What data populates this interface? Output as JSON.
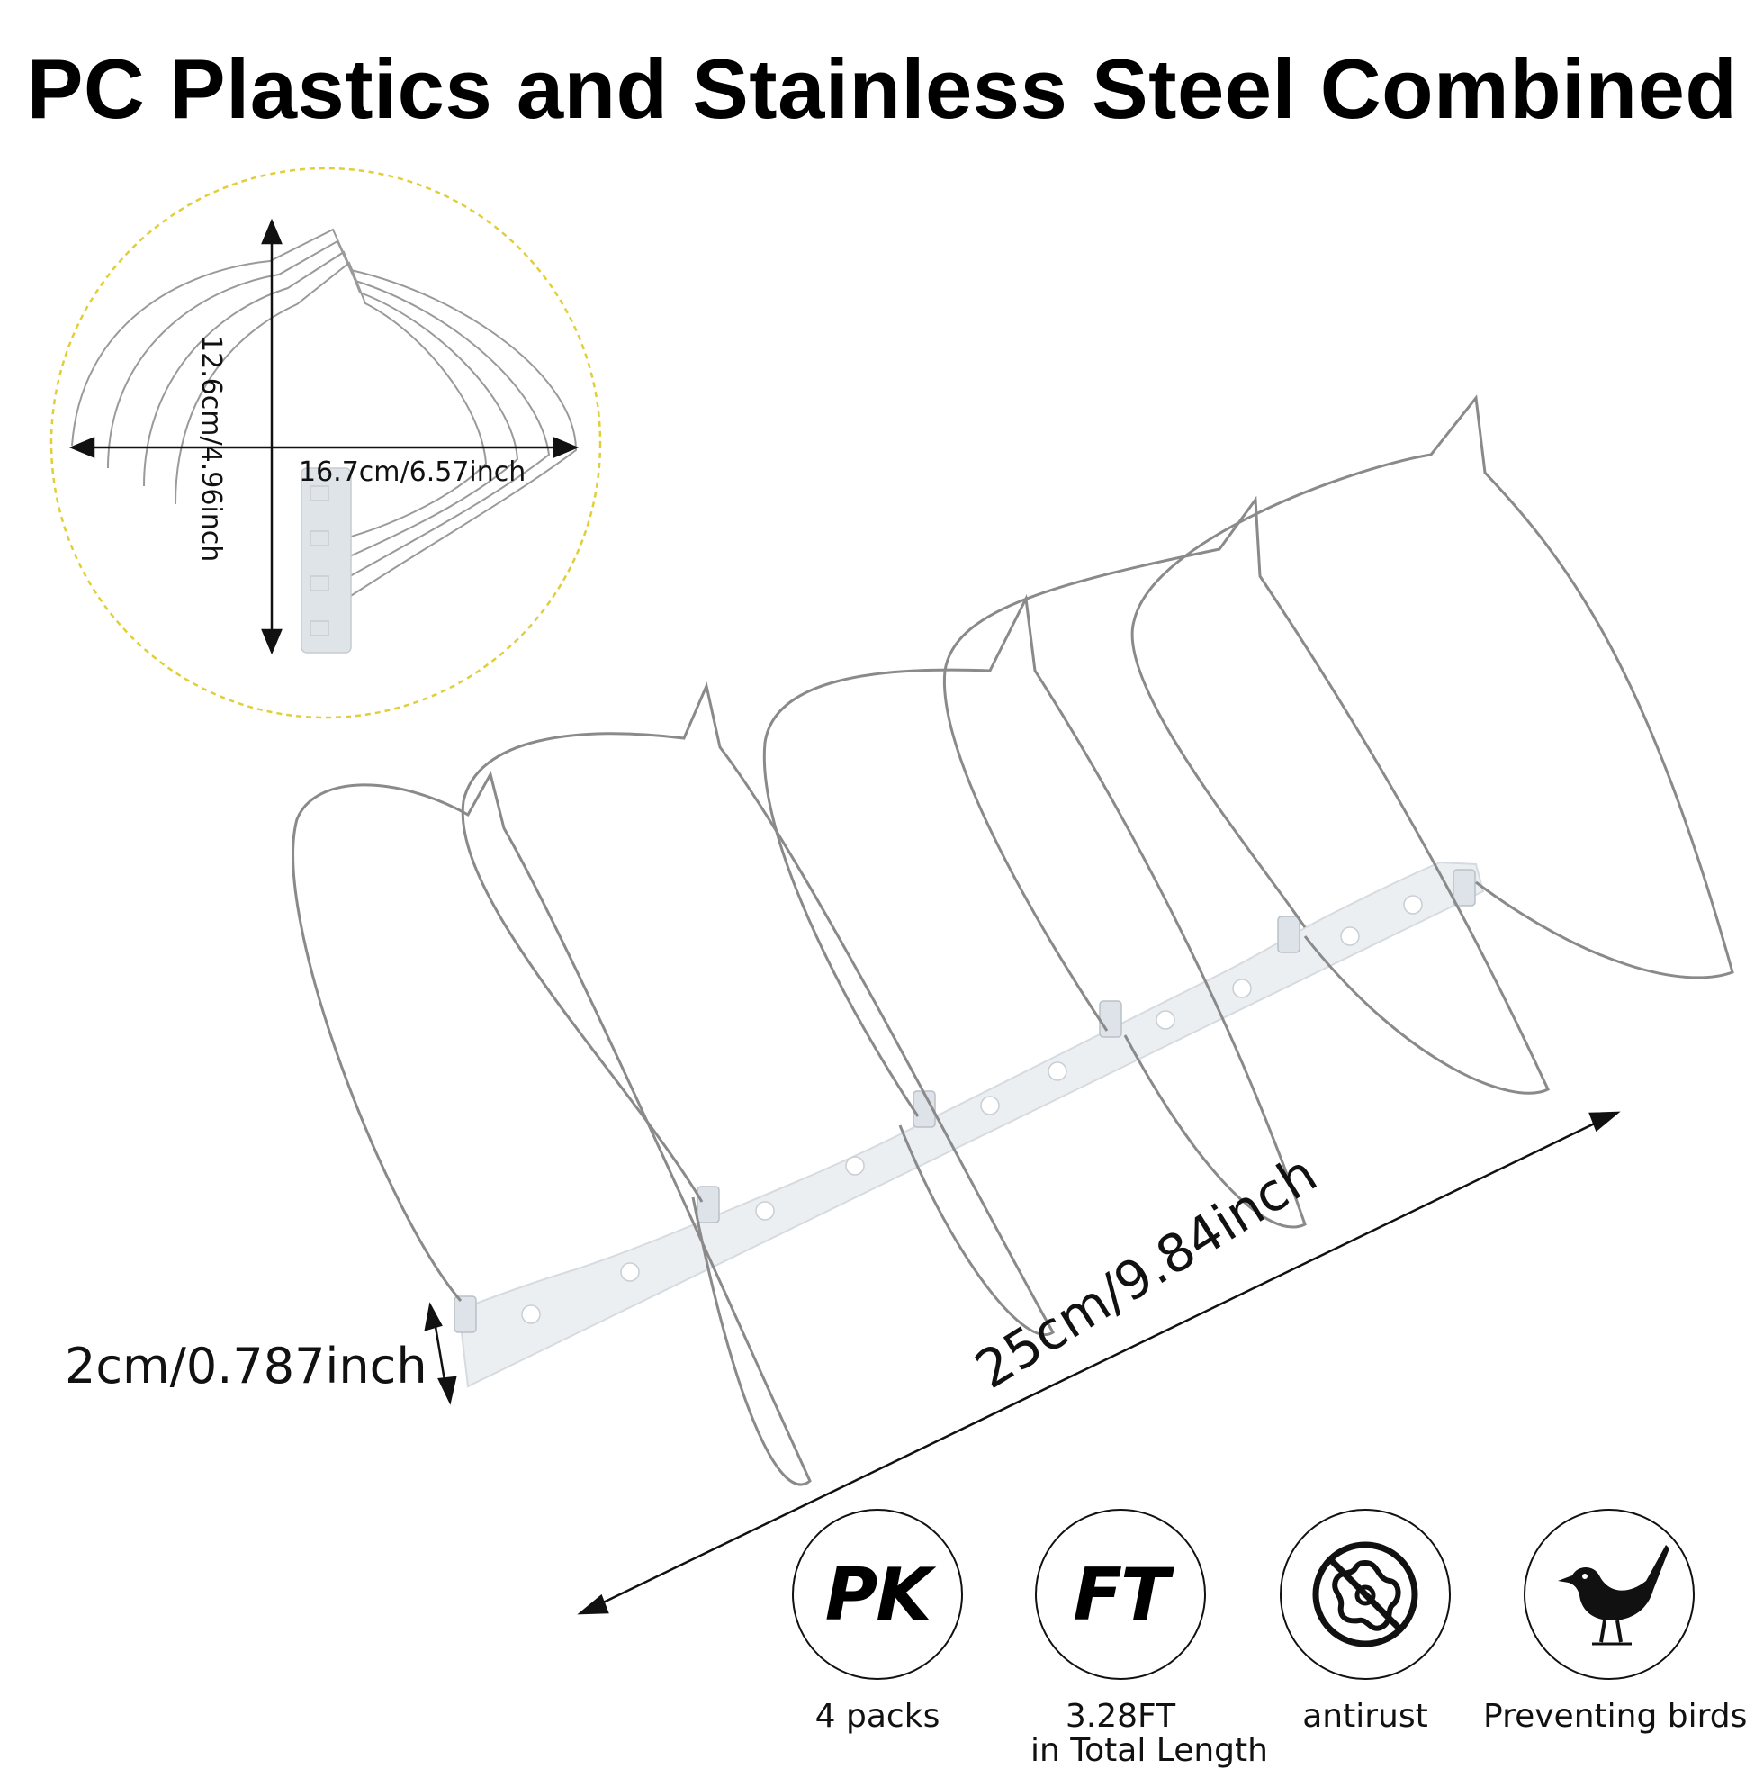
{
  "title": "PC Plastics and Stainless Steel Combined",
  "dimensions": {
    "inset_width": "16.7cm/6.57inch",
    "inset_height": "12.6cm/4.96inch",
    "strip_width": "2cm/0.787inch",
    "strip_length": "25cm/9.84inch"
  },
  "features": [
    {
      "badge": "PK",
      "label": "4 packs",
      "sublabel": ""
    },
    {
      "badge": "FT",
      "label": "3.28FT",
      "sublabel": "in Total Length"
    },
    {
      "icon": "antirust-icon",
      "label": "antirust",
      "sublabel": ""
    },
    {
      "icon": "bird-icon",
      "label": "Preventing birds",
      "sublabel": ""
    }
  ],
  "colors": {
    "wire": "#8a8a8a",
    "strip": "#eceff2",
    "inset_border": "#e8d84a"
  }
}
